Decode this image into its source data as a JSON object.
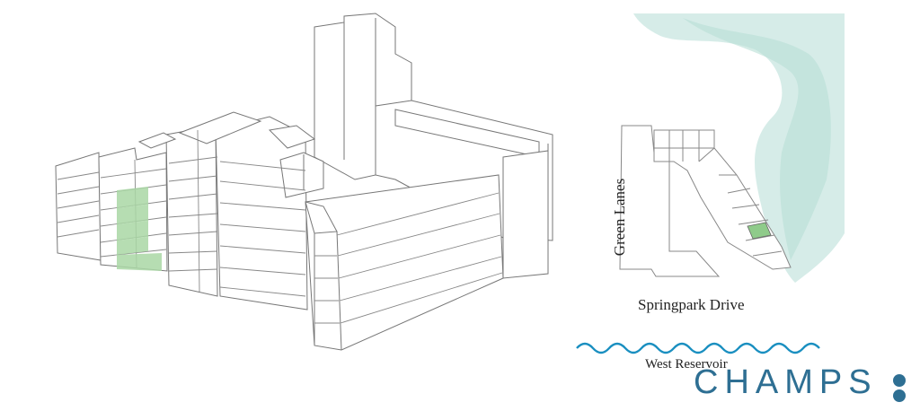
{
  "site_plan": {
    "road_west": "Green Lanes",
    "road_south": "Springpark Drive",
    "water": "West Reservoir"
  },
  "brand": {
    "name": "CHAMPS"
  },
  "colors": {
    "highlight": "#a9d7a4",
    "water_wash": "#cfe9e4",
    "wave": "#1a8fc0",
    "brand": "#2e6f93",
    "line": "#666666"
  }
}
